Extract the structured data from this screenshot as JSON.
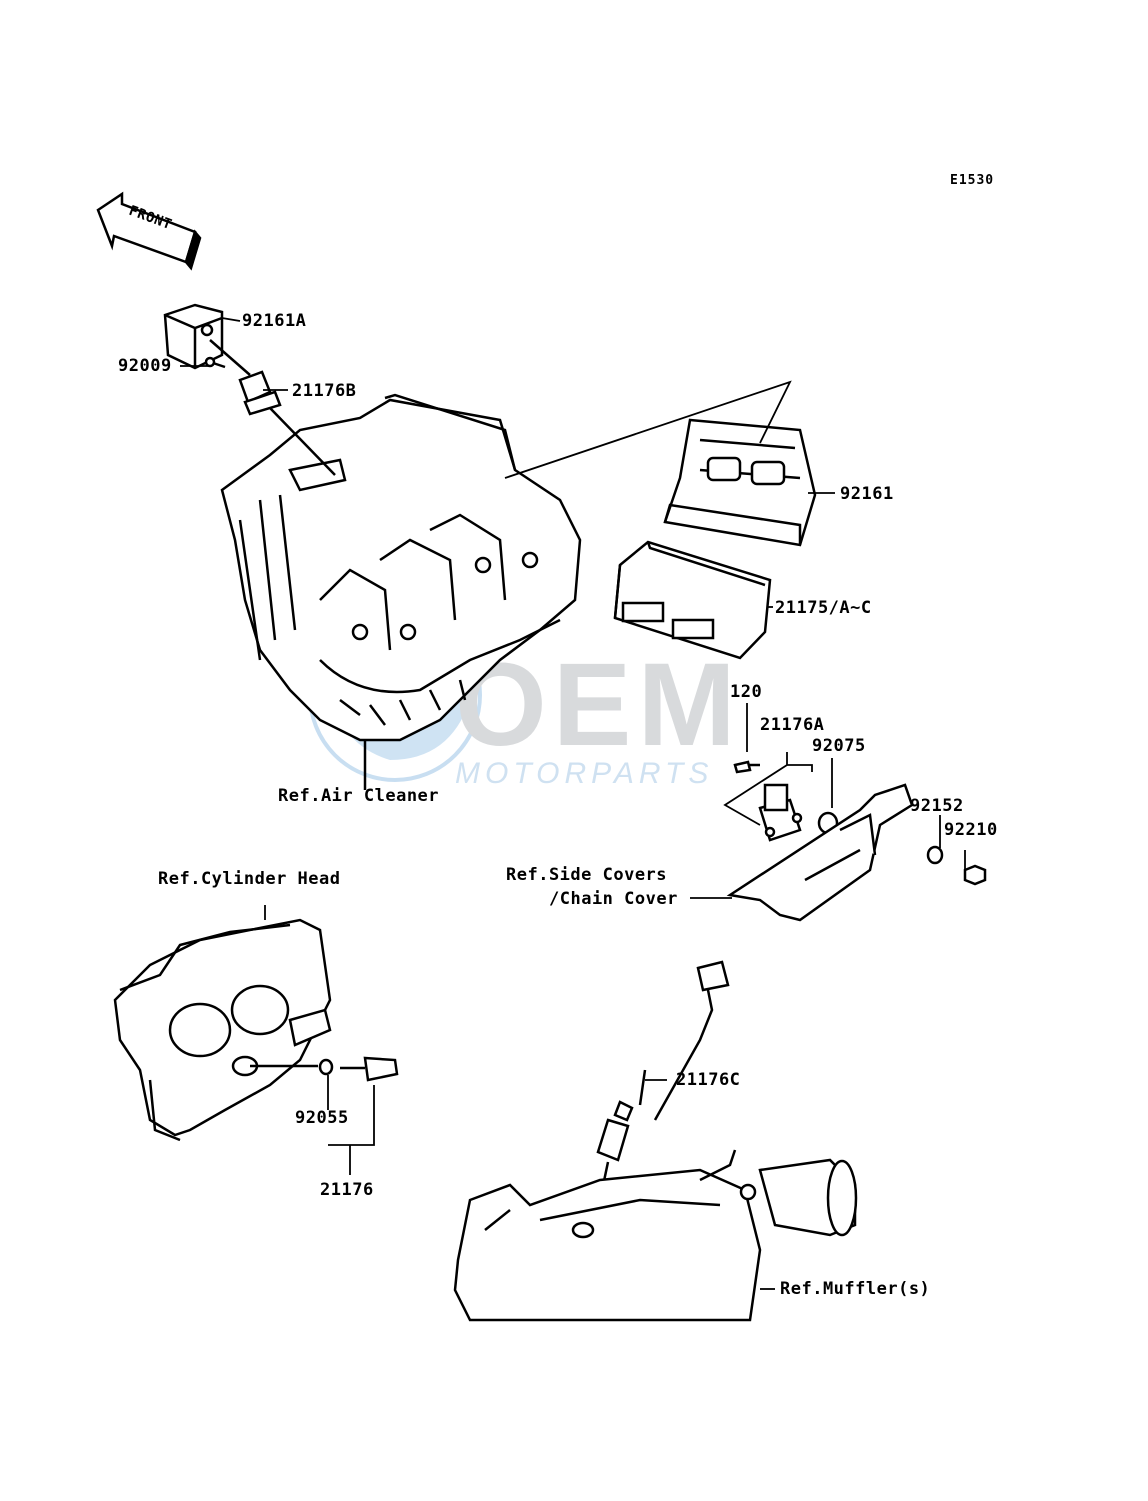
{
  "diagram": {
    "code": "E1530",
    "front_label": "FRONT",
    "watermark": {
      "main": "OEM",
      "sub": "MOTORPARTS",
      "color": "#7fb2dd"
    },
    "parts": {
      "p92161A": "92161A",
      "p92009": "92009",
      "p21176B": "21176B",
      "p92161": "92161",
      "p21175": "21175/A~C",
      "p120": "120",
      "p21176A": "21176A",
      "p92075": "92075",
      "p92152": "92152",
      "p92210": "92210",
      "p92055": "92055",
      "p21176": "21176",
      "p21176C": "21176C"
    },
    "refs": {
      "air_cleaner": "Ref.Air Cleaner",
      "cylinder_head": "Ref.Cylinder Head",
      "side_covers_1": "Ref.Side Covers",
      "side_covers_2": "/Chain Cover",
      "muffler": "Ref.Muffler(s)"
    }
  }
}
